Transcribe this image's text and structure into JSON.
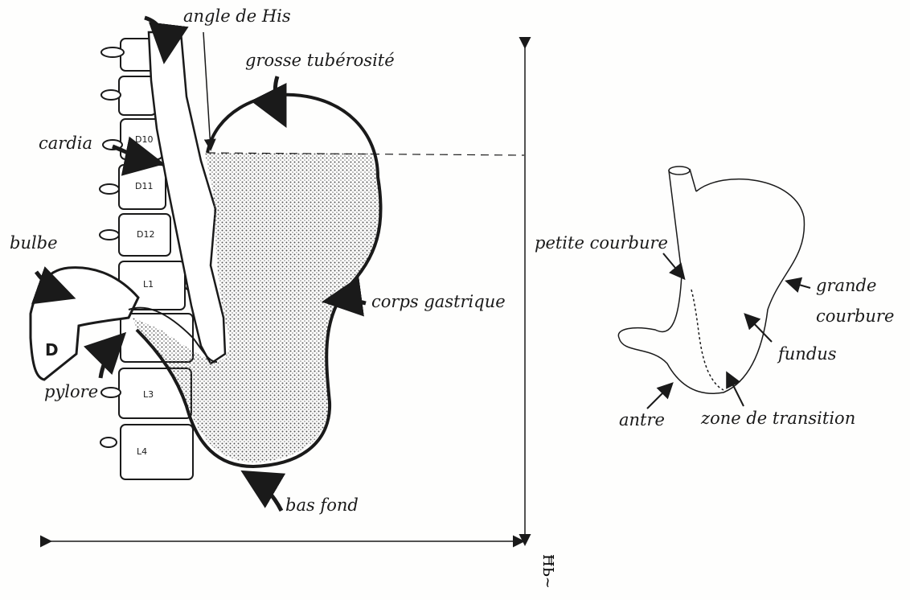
{
  "left_figure": {
    "labels": {
      "angle_his": "angle de His",
      "grosse_tuberosite": "grosse tubérosité",
      "cardia": "cardia",
      "bulbe": "bulbe",
      "corps_gastrique": "corps gastrique",
      "pylore": "pylore",
      "bas_fond": "bas fond",
      "duodenum": "D"
    },
    "vertebrae": [
      "D10",
      "D11",
      "D12",
      "L1",
      "L3",
      "L4"
    ]
  },
  "right_figure": {
    "labels": {
      "petite_courbure": "petite courbure",
      "grande_courbure_1": "grande",
      "grande_courbure_2": "courbure",
      "fundus": "fundus",
      "antre": "antre",
      "zone_transition": "zone de transition"
    }
  },
  "signature": "ĦЬ~",
  "colors": {
    "ink": "#1a1a1a",
    "paper": "#fefefd",
    "stipple": "#555555"
  }
}
